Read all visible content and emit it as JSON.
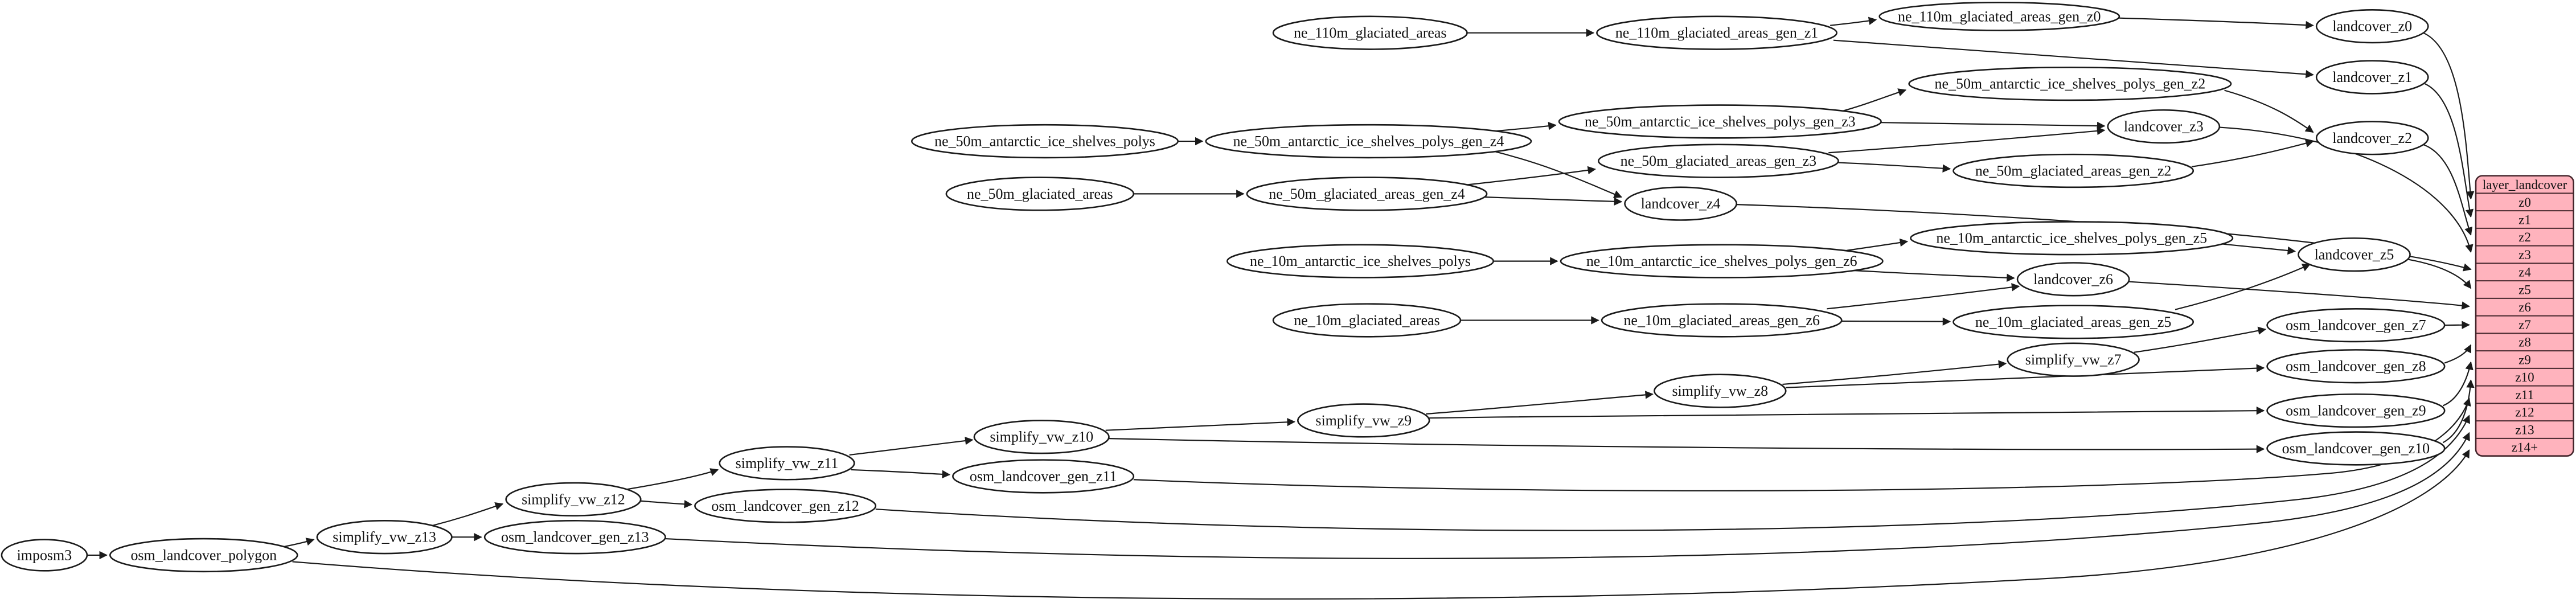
{
  "nodes": {
    "imposm3": "imposm3",
    "osm_landcover_polygon": "osm_landcover_polygon",
    "simplify_vw_z13": "simplify_vw_z13",
    "simplify_vw_z12": "simplify_vw_z12",
    "simplify_vw_z11": "simplify_vw_z11",
    "simplify_vw_z10": "simplify_vw_z10",
    "simplify_vw_z9": "simplify_vw_z9",
    "simplify_vw_z8": "simplify_vw_z8",
    "simplify_vw_z7": "simplify_vw_z7",
    "osm_landcover_gen_z13": "osm_landcover_gen_z13",
    "osm_landcover_gen_z12": "osm_landcover_gen_z12",
    "osm_landcover_gen_z11": "osm_landcover_gen_z11",
    "osm_landcover_gen_z10": "osm_landcover_gen_z10",
    "osm_landcover_gen_z9": "osm_landcover_gen_z9",
    "osm_landcover_gen_z8": "osm_landcover_gen_z8",
    "osm_landcover_gen_z7": "osm_landcover_gen_z7",
    "ne_110m_glaciated_areas": "ne_110m_glaciated_areas",
    "ne_110m_glaciated_areas_gen_z1": "ne_110m_glaciated_areas_gen_z1",
    "ne_110m_glaciated_areas_gen_z0": "ne_110m_glaciated_areas_gen_z0",
    "ne_50m_antarctic_ice_shelves_polys": "ne_50m_antarctic_ice_shelves_polys",
    "ne_50m_antarctic_ice_shelves_polys_gen_z4": "ne_50m_antarctic_ice_shelves_polys_gen_z4",
    "ne_50m_antarctic_ice_shelves_polys_gen_z3": "ne_50m_antarctic_ice_shelves_polys_gen_z3",
    "ne_50m_antarctic_ice_shelves_polys_gen_z2": "ne_50m_antarctic_ice_shelves_polys_gen_z2",
    "ne_50m_glaciated_areas": "ne_50m_glaciated_areas",
    "ne_50m_glaciated_areas_gen_z4": "ne_50m_glaciated_areas_gen_z4",
    "ne_50m_glaciated_areas_gen_z3": "ne_50m_glaciated_areas_gen_z3",
    "ne_50m_glaciated_areas_gen_z2": "ne_50m_glaciated_areas_gen_z2",
    "ne_10m_antarctic_ice_shelves_polys": "ne_10m_antarctic_ice_shelves_polys",
    "ne_10m_antarctic_ice_shelves_polys_gen_z6": "ne_10m_antarctic_ice_shelves_polys_gen_z6",
    "ne_10m_antarctic_ice_shelves_polys_gen_z5": "ne_10m_antarctic_ice_shelves_polys_gen_z5",
    "ne_10m_glaciated_areas": "ne_10m_glaciated_areas",
    "ne_10m_glaciated_areas_gen_z6": "ne_10m_glaciated_areas_gen_z6",
    "ne_10m_glaciated_areas_gen_z5": "ne_10m_glaciated_areas_gen_z5",
    "landcover_z0": "landcover_z0",
    "landcover_z1": "landcover_z1",
    "landcover_z2": "landcover_z2",
    "landcover_z3": "landcover_z3",
    "landcover_z4": "landcover_z4",
    "landcover_z5": "landcover_z5",
    "landcover_z6": "landcover_z6"
  },
  "table": {
    "title": "layer_landcover",
    "rows": [
      "z0",
      "z1",
      "z2",
      "z3",
      "z4",
      "z5",
      "z6",
      "z7",
      "z8",
      "z9",
      "z10",
      "z11",
      "z12",
      "z13",
      "z14+"
    ]
  },
  "edges": [
    {
      "from": "imposm3",
      "to": "osm_landcover_polygon"
    },
    {
      "from": "osm_landcover_polygon",
      "to": "simplify_vw_z13"
    },
    {
      "from": "osm_landcover_polygon",
      "to": "layer_landcover.z14+"
    },
    {
      "from": "simplify_vw_z13",
      "to": "osm_landcover_gen_z13"
    },
    {
      "from": "simplify_vw_z13",
      "to": "simplify_vw_z12"
    },
    {
      "from": "osm_landcover_gen_z13",
      "to": "layer_landcover.z13"
    },
    {
      "from": "simplify_vw_z12",
      "to": "osm_landcover_gen_z12"
    },
    {
      "from": "simplify_vw_z12",
      "to": "simplify_vw_z11"
    },
    {
      "from": "osm_landcover_gen_z12",
      "to": "layer_landcover.z12"
    },
    {
      "from": "simplify_vw_z11",
      "to": "osm_landcover_gen_z11"
    },
    {
      "from": "simplify_vw_z11",
      "to": "simplify_vw_z10"
    },
    {
      "from": "osm_landcover_gen_z11",
      "to": "layer_landcover.z11"
    },
    {
      "from": "simplify_vw_z10",
      "to": "osm_landcover_gen_z10"
    },
    {
      "from": "simplify_vw_z10",
      "to": "simplify_vw_z9"
    },
    {
      "from": "osm_landcover_gen_z10",
      "to": "layer_landcover.z10"
    },
    {
      "from": "simplify_vw_z9",
      "to": "osm_landcover_gen_z9"
    },
    {
      "from": "simplify_vw_z9",
      "to": "simplify_vw_z8"
    },
    {
      "from": "osm_landcover_gen_z9",
      "to": "layer_landcover.z9"
    },
    {
      "from": "simplify_vw_z8",
      "to": "osm_landcover_gen_z8"
    },
    {
      "from": "simplify_vw_z8",
      "to": "simplify_vw_z7"
    },
    {
      "from": "osm_landcover_gen_z8",
      "to": "layer_landcover.z8"
    },
    {
      "from": "simplify_vw_z7",
      "to": "osm_landcover_gen_z7"
    },
    {
      "from": "osm_landcover_gen_z7",
      "to": "layer_landcover.z7"
    },
    {
      "from": "ne_110m_glaciated_areas",
      "to": "ne_110m_glaciated_areas_gen_z1"
    },
    {
      "from": "ne_110m_glaciated_areas_gen_z1",
      "to": "ne_110m_glaciated_areas_gen_z0"
    },
    {
      "from": "ne_110m_glaciated_areas_gen_z1",
      "to": "landcover_z1"
    },
    {
      "from": "ne_110m_glaciated_areas_gen_z0",
      "to": "landcover_z0"
    },
    {
      "from": "landcover_z0",
      "to": "layer_landcover.z0"
    },
    {
      "from": "landcover_z1",
      "to": "layer_landcover.z1"
    },
    {
      "from": "ne_50m_antarctic_ice_shelves_polys",
      "to": "ne_50m_antarctic_ice_shelves_polys_gen_z4"
    },
    {
      "from": "ne_50m_antarctic_ice_shelves_polys_gen_z4",
      "to": "ne_50m_antarctic_ice_shelves_polys_gen_z3"
    },
    {
      "from": "ne_50m_antarctic_ice_shelves_polys_gen_z4",
      "to": "landcover_z4"
    },
    {
      "from": "ne_50m_antarctic_ice_shelves_polys_gen_z3",
      "to": "ne_50m_antarctic_ice_shelves_polys_gen_z2"
    },
    {
      "from": "ne_50m_antarctic_ice_shelves_polys_gen_z3",
      "to": "landcover_z3"
    },
    {
      "from": "ne_50m_antarctic_ice_shelves_polys_gen_z2",
      "to": "landcover_z2"
    },
    {
      "from": "ne_50m_glaciated_areas",
      "to": "ne_50m_glaciated_areas_gen_z4"
    },
    {
      "from": "ne_50m_glaciated_areas_gen_z4",
      "to": "ne_50m_glaciated_areas_gen_z3"
    },
    {
      "from": "ne_50m_glaciated_areas_gen_z4",
      "to": "landcover_z4"
    },
    {
      "from": "ne_50m_glaciated_areas_gen_z3",
      "to": "ne_50m_glaciated_areas_gen_z2"
    },
    {
      "from": "ne_50m_glaciated_areas_gen_z3",
      "to": "landcover_z3"
    },
    {
      "from": "ne_50m_glaciated_areas_gen_z2",
      "to": "landcover_z2"
    },
    {
      "from": "landcover_z2",
      "to": "layer_landcover.z2"
    },
    {
      "from": "landcover_z3",
      "to": "layer_landcover.z3"
    },
    {
      "from": "landcover_z4",
      "to": "layer_landcover.z4"
    },
    {
      "from": "ne_10m_antarctic_ice_shelves_polys",
      "to": "ne_10m_antarctic_ice_shelves_polys_gen_z6"
    },
    {
      "from": "ne_10m_antarctic_ice_shelves_polys_gen_z6",
      "to": "ne_10m_antarctic_ice_shelves_polys_gen_z5"
    },
    {
      "from": "ne_10m_antarctic_ice_shelves_polys_gen_z6",
      "to": "landcover_z6"
    },
    {
      "from": "ne_10m_antarctic_ice_shelves_polys_gen_z5",
      "to": "landcover_z5"
    },
    {
      "from": "ne_10m_glaciated_areas",
      "to": "ne_10m_glaciated_areas_gen_z6"
    },
    {
      "from": "ne_10m_glaciated_areas_gen_z6",
      "to": "ne_10m_glaciated_areas_gen_z5"
    },
    {
      "from": "ne_10m_glaciated_areas_gen_z6",
      "to": "landcover_z6"
    },
    {
      "from": "ne_10m_glaciated_areas_gen_z5",
      "to": "landcover_z5"
    },
    {
      "from": "landcover_z5",
      "to": "layer_landcover.z5"
    },
    {
      "from": "landcover_z6",
      "to": "layer_landcover.z6"
    }
  ],
  "colors": {
    "background": "#ffffff",
    "node_fill": "#ffffff",
    "node_stroke": "#1a1a1a",
    "edge": "#1a1a1a",
    "table_fill": "#ffb3bd",
    "table_stroke": "#44262c"
  }
}
